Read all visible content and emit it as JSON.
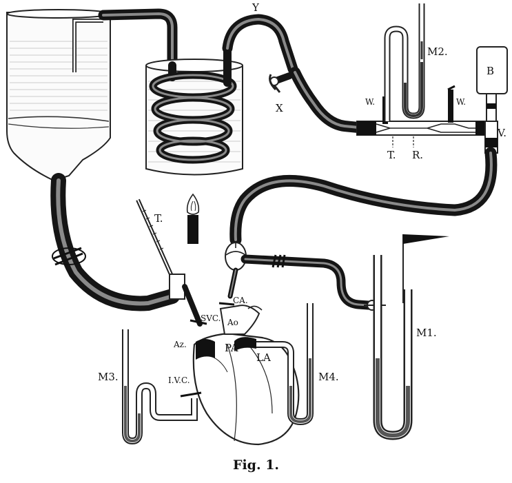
{
  "figure": {
    "caption": "Fig. 1.",
    "labels": {
      "Y": "Y",
      "X": "X",
      "M2": "M2.",
      "B": "B",
      "W_left": "W.",
      "W_right": "W.",
      "T_upper": "T.",
      "R": "R.",
      "V": "V.",
      "T_thermo": "T.",
      "M1": "M1.",
      "CA": "CA.",
      "SVC": "SVC.",
      "Ao": "Ao",
      "Az": "Az.",
      "PA": "PA",
      "LA": "LA",
      "IVC": "I.V.C.",
      "M3": "M3.",
      "M4": "M4."
    }
  }
}
